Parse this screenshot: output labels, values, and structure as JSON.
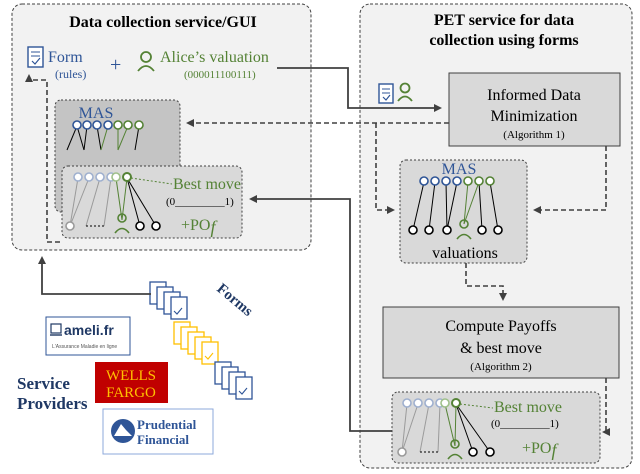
{
  "gui_panel": {
    "title": "Data collection service/GUI",
    "form_label": "Form",
    "form_sublabel": "(rules)",
    "plus": "+",
    "valuation_label": "Alice’s valuation",
    "valuation_bits": "(000011100111)",
    "mas_label": "MAS",
    "best_move_label": "Best move",
    "best_move_value": "(0_________1)",
    "po_label": "+PO",
    "po_subscript": "f"
  },
  "pet_panel": {
    "title_line1": "PET service for data",
    "title_line2": "collection using forms",
    "idm_box": {
      "line1": "Informed Data",
      "line2": "Minimization",
      "line3": "(Algorithm 1)"
    },
    "mas_label": "MAS",
    "valuations_label": "valuations",
    "payoff_box": {
      "line1": "Compute Payoffs",
      "line2": "& best move",
      "line3": "(Algorithm 2)"
    },
    "best_move_label": "Best move",
    "best_move_value": "(0_________1)",
    "po_label": "+PO",
    "po_subscript": "f"
  },
  "providers": {
    "forms_label": "Forms",
    "service_providers_line1": "Service",
    "service_providers_line2": "Providers",
    "ameli_logo": "ameli.fr",
    "ameli_tagline": "L'Assurance Maladie en ligne",
    "wells_line1": "WELLS",
    "wells_line2": "FARGO",
    "prudential_line1": "Prudential",
    "prudential_line2": "Financial"
  },
  "colors": {
    "panel_fill": "#f2f2f2",
    "box_fill": "#d9d9d9",
    "inner_dark": "#c4c4c4",
    "green": "#548235",
    "blue": "#2f5597",
    "navy": "#1f3864",
    "wells_red": "#c00000",
    "wells_gold": "#ffc000"
  }
}
